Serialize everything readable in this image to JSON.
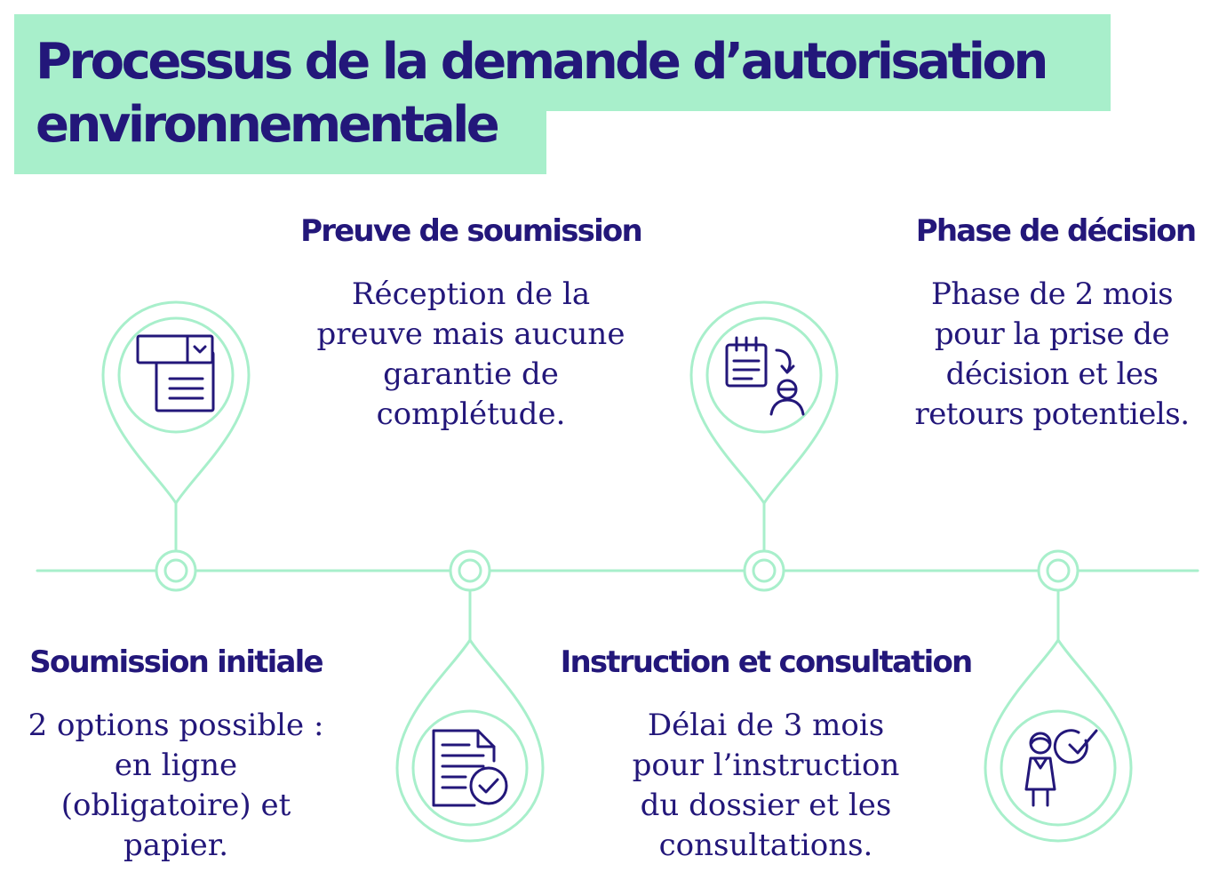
{
  "title": {
    "line1": "Processus de la demande d’autorisation",
    "line2": "environnementale"
  },
  "colors": {
    "accent_green": "#a8efcb",
    "text_navy": "#23177a"
  },
  "steps": [
    {
      "heading": "Soumission initiale",
      "body": "2 options possible :\nen ligne\n(obligatoire) et\npapier.",
      "icon": "form-document-icon"
    },
    {
      "heading": "Preuve de soumission",
      "body": "Réception de la\npreuve mais aucune\ngarantie de\ncomplétude.",
      "icon": "document-check-icon"
    },
    {
      "heading": "Instruction et consultation",
      "body": "Délai de 3 mois\npour l’instruction\ndu dossier et les\nconsultations.",
      "icon": "calendar-person-icon"
    },
    {
      "heading": "Phase de décision",
      "body": "Phase de 2 mois\npour la prise de\ndécision et les\nretours potentiels.",
      "icon": "person-approval-icon"
    }
  ]
}
